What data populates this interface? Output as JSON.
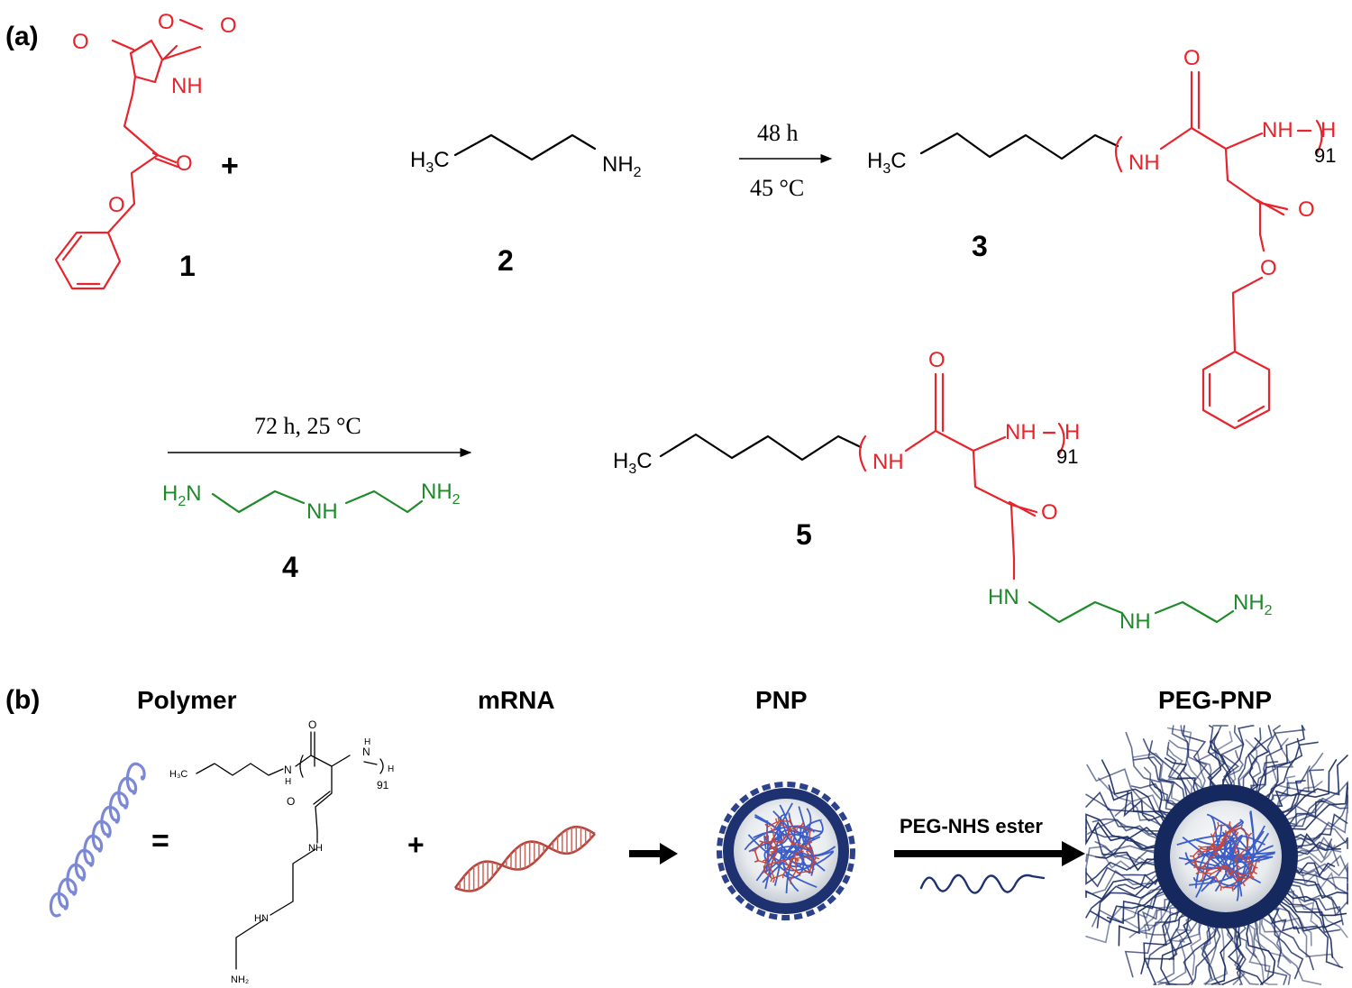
{
  "panel_a": {
    "label": "(a)",
    "compound1": {
      "number": "1",
      "atoms": {
        "o_left": "O",
        "o_ring": "O",
        "o_right": "O",
        "nh": "NH",
        "o_ester_dbl": "O",
        "o_ester": "O"
      }
    },
    "plus": "+",
    "compound2": {
      "number": "2",
      "h3c_h": "H",
      "h3c_3": "3",
      "h3c_c": "C",
      "nh2_nh": "NH",
      "nh2_2": "2"
    },
    "reaction1": {
      "time": "48 h",
      "temp": "45 °C"
    },
    "compound3": {
      "number": "3",
      "h3c_h": "H",
      "h3c_3": "3",
      "h3c_c": "C",
      "nh_left": "NH",
      "o_top": "O",
      "nh_right": "NH",
      "h_end": "H",
      "repeat": "91",
      "o_ester_dbl": "O",
      "o_ester": "O"
    },
    "reaction2": {
      "conditions": "72 h, 25 °C"
    },
    "compound4": {
      "number": "4",
      "h2n_h": "H",
      "h2n_2": "2",
      "h2n_n": "N",
      "nh_mid": "NH",
      "nh2_nh": "NH",
      "nh2_2": "2"
    },
    "compound5": {
      "number": "5",
      "h3c_h": "H",
      "h3c_3": "3",
      "h3c_c": "C",
      "nh_left": "NH",
      "o_top": "O",
      "nh_right": "NH",
      "h_end": "H",
      "repeat": "91",
      "o_amide": "O",
      "hn": "HN",
      "nh_mid": "NH",
      "nh2_nh": "NH",
      "nh2_2": "2"
    }
  },
  "panel_b": {
    "label": "(b)",
    "headers": {
      "polymer": "Polymer",
      "mrna": "mRNA",
      "pnp": "PNP",
      "peg_pnp": "PEG-PNP"
    },
    "equals": "=",
    "plus": "+",
    "small_structure": {
      "h3c": "H₃C",
      "nh": "N",
      "nh_h": "H",
      "o_top": "O",
      "nh_right": "N",
      "nh_right_h": "H",
      "h_end": "H",
      "repeat": "91",
      "o_amide": "O",
      "nh_amide": "NH",
      "hn": "HN",
      "nh2": "NH₂"
    },
    "arrow_label": "PEG-NHS ester"
  },
  "colors": {
    "red": "#e8232b",
    "green": "#1f8a2a",
    "polymer_blue": "#7b88d6",
    "nanoparticle_navy": "#1e3170",
    "mrna_red": "#b8453c"
  }
}
